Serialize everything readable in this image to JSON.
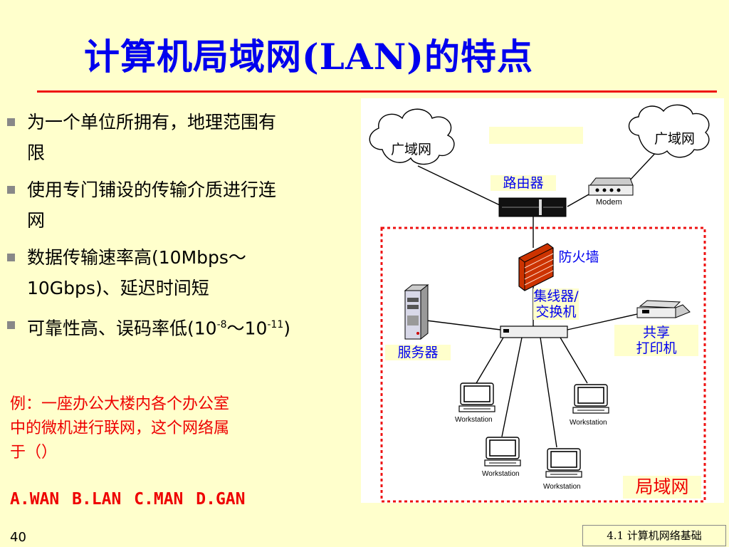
{
  "title": "计算机局域网(LAN)的特点",
  "bullets": [
    {
      "lines": [
        "为一个单位所拥有，地理范围有",
        "限"
      ]
    },
    {
      "lines": [
        "使用专门铺设的传输介质进行连",
        "网"
      ]
    },
    {
      "line1": "数据传输速率高(10Mbps～",
      "line2": "10Gbps)、延迟时间短"
    },
    {
      "prefix": "可靠性高、误码率低(10",
      "sup1": "-8",
      "mid": "～10",
      "sup2": "-11",
      "suffix": ")"
    }
  ],
  "example": {
    "lines": [
      "例：一座办公大楼内各个办公室",
      "中的微机进行联网，这个网络属",
      "于（）"
    ],
    "options": "A.WAN  B.LAN  C.MAN  D.GAN"
  },
  "page_number": "40",
  "footer": "4.1 计算机网络基础",
  "diagram": {
    "wan_left": "广域网",
    "wan_right": "广域网",
    "router": "路由器",
    "modem": "Modem",
    "firewall": "防火墙",
    "hub_line1": "集线器/",
    "hub_line2": "交换机",
    "server": "服务器",
    "printer_line1": "共享",
    "printer_line2": "打印机",
    "workstation": "Workstation",
    "lan": "局域网"
  },
  "colors": {
    "background": "#ffffcc",
    "title": "#0000ee",
    "rule": "#ee1111",
    "example": "#ee0000",
    "lan_border": "#ee1111",
    "firewall": "#cc3300"
  }
}
